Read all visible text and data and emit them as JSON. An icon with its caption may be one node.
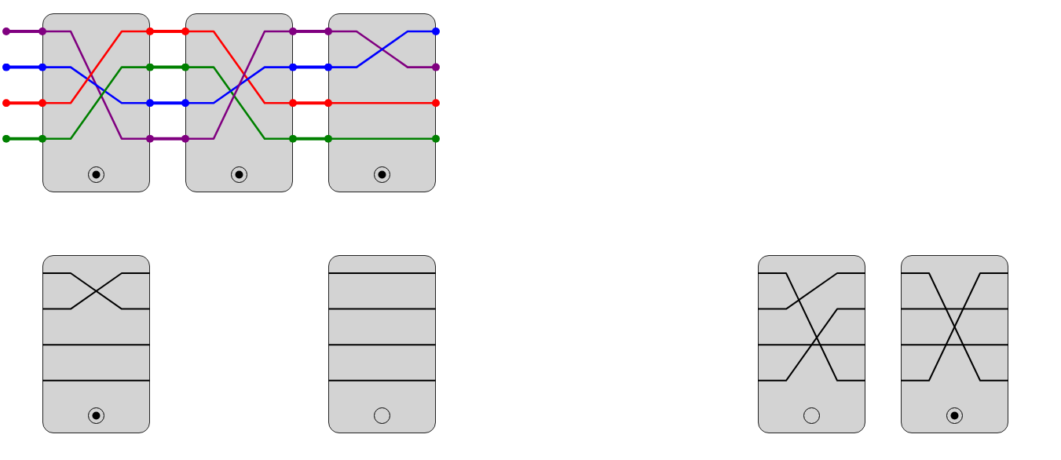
{
  "diagram": {
    "nodes": [
      {
        "text": [],
        "shape": "box"
      },
      {
        "text": [],
        "shape": "box"
      },
      {
        "text": [],
        "shape": "box"
      },
      {
        "text": [],
        "shape": "box"
      },
      {
        "text": [],
        "shape": "box"
      },
      {
        "text": [],
        "shape": "box"
      },
      {
        "text": [],
        "shape": "box"
      }
    ],
    "edges": [
      {
        "from": null,
        "to": 0,
        "arrow": "other",
        "color": "#800080"
      },
      {
        "from": null,
        "to": 0,
        "arrow": "other",
        "color": "#0000ff"
      },
      {
        "from": null,
        "to": 0,
        "arrow": "other",
        "color": "#ff0000"
      },
      {
        "from": null,
        "to": 0,
        "arrow": "other",
        "color": "#008000"
      },
      {
        "from": 0,
        "to": 1,
        "arrow": "other",
        "color": "#ff0000"
      },
      {
        "from": 0,
        "to": 1,
        "arrow": "other",
        "color": "#008000"
      },
      {
        "from": 0,
        "to": 1,
        "arrow": "other",
        "color": "#0000ff"
      },
      {
        "from": 0,
        "to": 1,
        "arrow": "other",
        "color": "#800080"
      },
      {
        "from": 1,
        "to": 2,
        "arrow": "other",
        "color": "#800080"
      },
      {
        "from": 1,
        "to": 2,
        "arrow": "other",
        "color": "#0000ff"
      },
      {
        "from": 1,
        "to": 2,
        "arrow": "other",
        "color": "#ff0000"
      },
      {
        "from": 1,
        "to": 2,
        "arrow": "other",
        "color": "#008000"
      }
    ]
  }
}
